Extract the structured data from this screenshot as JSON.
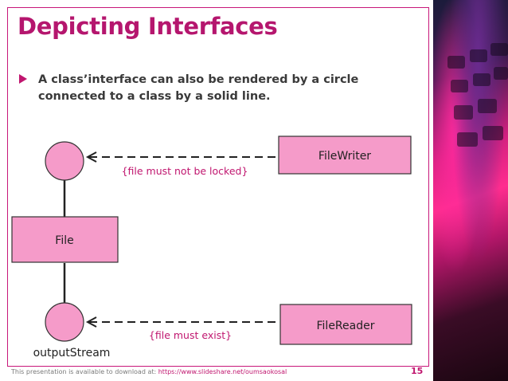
{
  "slide": {
    "title": "Depicting Interfaces",
    "bullet": "A class’interface can also be rendered by a circle connected to a class by a solid line.",
    "footer_prefix": "This presentation is available to download at: ",
    "footer_link": "https://www.slideshare.net/oumsaokosal",
    "page_number": "15"
  },
  "diagram": {
    "class_file": "File",
    "class_filewriter": "FileWriter",
    "class_filereader": "FileReader",
    "note_top": "{file must not be locked}",
    "note_bottom": "{file must exist}",
    "interface_label": "outputStream"
  },
  "colors": {
    "accent": "#b5166e",
    "box_fill": "#f59bc9",
    "note_text": "#c0166f"
  }
}
